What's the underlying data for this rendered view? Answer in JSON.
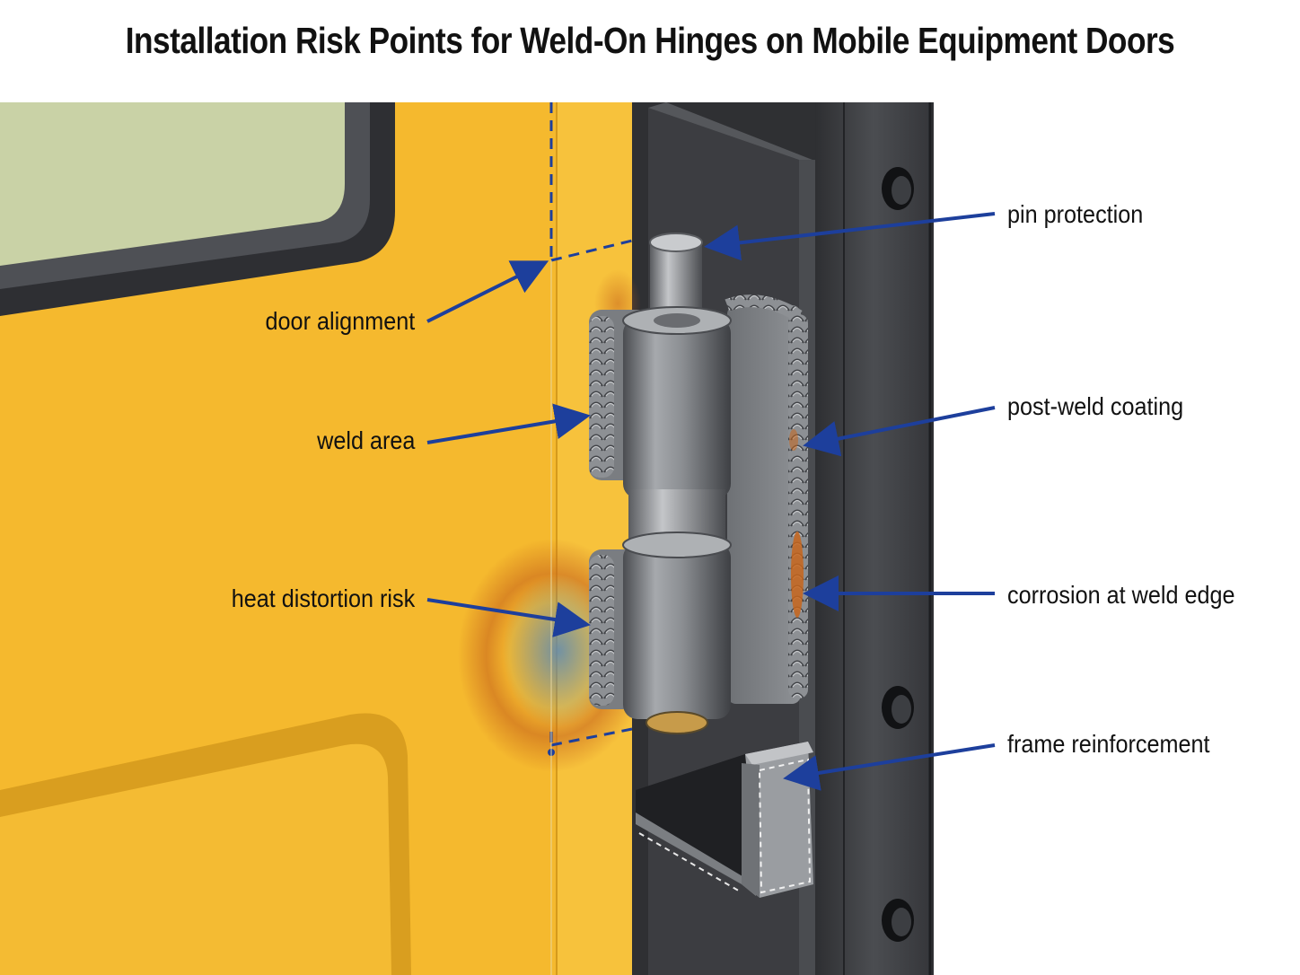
{
  "title": "Installation Risk Points for Weld-On Hinges on Mobile Equipment Doors",
  "callouts_left": [
    {
      "id": "door-alignment",
      "label": "door alignment"
    },
    {
      "id": "weld-area",
      "label": "weld area"
    },
    {
      "id": "heat-distortion-risk",
      "label": "heat distortion risk"
    }
  ],
  "callouts_right": [
    {
      "id": "pin-protection",
      "label": "pin protection"
    },
    {
      "id": "post-weld-coating",
      "label": "post-weld coating"
    },
    {
      "id": "corrosion-at-weld-edge",
      "label": "corrosion at weld edge"
    },
    {
      "id": "frame-reinforcement",
      "label": "frame reinforcement"
    }
  ],
  "colors": {
    "door_yellow": "#f5b92e",
    "frame_dark": "#3a3b3e",
    "hinge_steel": "#8a8d91",
    "arrow_blue": "#1d3f9c",
    "rust": "#c8661c",
    "heat_blue": "#5b89b5"
  }
}
